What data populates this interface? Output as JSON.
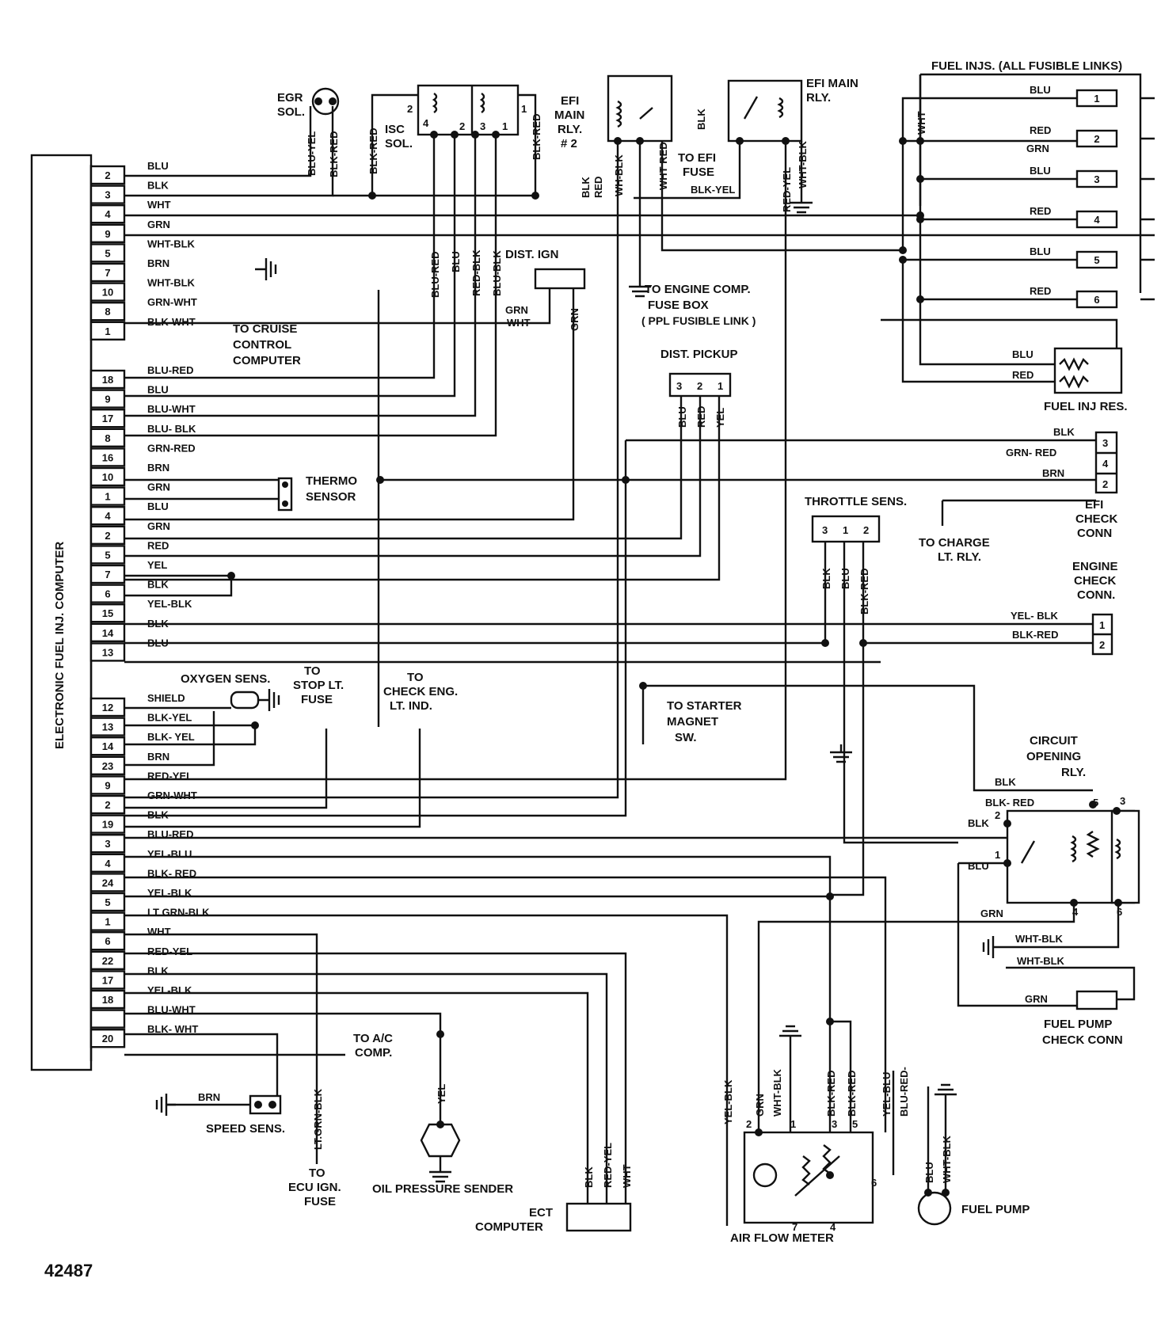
{
  "figure_id": "42487",
  "computer": {
    "title": "ELECTRONIC FUEL INJ. COMPUTER",
    "pins": [
      {
        "pin": "2",
        "wire": "BLU"
      },
      {
        "pin": "3",
        "wire": "BLK"
      },
      {
        "pin": "4",
        "wire": "WHT"
      },
      {
        "pin": "9",
        "wire": "GRN"
      },
      {
        "pin": "5",
        "wire": "WHT-BLK"
      },
      {
        "pin": "7",
        "wire": "BRN"
      },
      {
        "pin": "10",
        "wire": "WHT-BLK"
      },
      {
        "pin": "8",
        "wire": "GRN-WHT"
      },
      {
        "pin": "1",
        "wire": "BLK-WHT"
      },
      {
        "pin": "18",
        "wire": "BLU-RED"
      },
      {
        "pin": "9",
        "wire": "BLU"
      },
      {
        "pin": "17",
        "wire": "BLU-WHT"
      },
      {
        "pin": "8",
        "wire": "BLU- BLK"
      },
      {
        "pin": "16",
        "wire": "GRN-RED"
      },
      {
        "pin": "10",
        "wire": "BRN"
      },
      {
        "pin": "1",
        "wire": "GRN"
      },
      {
        "pin": "4",
        "wire": "BLU"
      },
      {
        "pin": "2",
        "wire": "GRN"
      },
      {
        "pin": "5",
        "wire": "RED"
      },
      {
        "pin": "7",
        "wire": "YEL"
      },
      {
        "pin": "6",
        "wire": "BLK"
      },
      {
        "pin": "15",
        "wire": "YEL-BLK"
      },
      {
        "pin": "14",
        "wire": "BLK"
      },
      {
        "pin": "13",
        "wire": "BLU"
      },
      {
        "pin": "12",
        "wire": "SHIELD"
      },
      {
        "pin": "13",
        "wire": "BLK-YEL"
      },
      {
        "pin": "14",
        "wire": "BLK- YEL"
      },
      {
        "pin": "23",
        "wire": "BRN"
      },
      {
        "pin": "9",
        "wire": "RED-YEL"
      },
      {
        "pin": "2",
        "wire": "GRN-WHT"
      },
      {
        "pin": "19",
        "wire": "BLK"
      },
      {
        "pin": "3",
        "wire": "BLU-RED"
      },
      {
        "pin": "4",
        "wire": "YEL-BLU"
      },
      {
        "pin": "24",
        "wire": "BLK- RED"
      },
      {
        "pin": "5",
        "wire": "YEL-BLK"
      },
      {
        "pin": "1",
        "wire": "LT GRN-BLK"
      },
      {
        "pin": "6",
        "wire": "WHT"
      },
      {
        "pin": "22",
        "wire": "RED-YEL"
      },
      {
        "pin": "17",
        "wire": "BLK"
      },
      {
        "pin": "18",
        "wire": "YEL-BLK"
      },
      {
        "pin": "",
        "wire": "BLU-WHT"
      },
      {
        "pin": "20",
        "wire": "BLK- WHT"
      }
    ]
  },
  "labels": {
    "egr_sol": [
      "EGR",
      "SOL."
    ],
    "isc_sol": [
      "ISC",
      "SOL."
    ],
    "efi_main_rly2": [
      "EFI",
      "MAIN",
      "RLY.",
      "# 2"
    ],
    "efi_main_rly": [
      "EFI MAIN",
      "RLY."
    ],
    "to_efi_fuse": [
      "TO EFI",
      "FUSE"
    ],
    "fuel_injs": "FUEL INJS. (ALL FUSIBLE LINKS)",
    "dist_ign": "DIST. IGN",
    "to_engine_comp": [
      "TO ENGINE COMP.",
      "FUSE BOX",
      "( PPL FUSIBLE LINK )"
    ],
    "to_cruise": [
      "TO CRUISE",
      "CONTROL",
      "COMPUTER"
    ],
    "dist_pickup": "DIST. PICKUP",
    "fuel_inj_res": "FUEL INJ RES.",
    "thermo_sensor": [
      "THERMO",
      "SENSOR"
    ],
    "throttle_sens": "THROTTLE SENS.",
    "efi_check_conn": [
      "EFI",
      "CHECK",
      "CONN"
    ],
    "to_charge": [
      "TO CHARGE",
      "LT. RLY."
    ],
    "engine_check_conn": [
      "ENGINE",
      "CHECK",
      "CONN."
    ],
    "oxygen_sens": "OXYGEN SENS.",
    "to_stop_lt": [
      "TO",
      "STOP LT.",
      "FUSE"
    ],
    "to_check_eng": [
      "TO",
      "CHECK ENG.",
      "LT. IND."
    ],
    "to_starter": [
      "TO STARTER",
      "MAGNET",
      "SW."
    ],
    "circuit_opening_rly": [
      "CIRCUIT",
      "OPENING",
      "RLY."
    ],
    "fuel_pump_check": [
      "FUEL PUMP",
      "CHECK CONN"
    ],
    "to_ac_comp": [
      "TO A/C",
      "COMP."
    ],
    "speed_sens": "SPEED SENS.",
    "to_ecu_ign": [
      "TO",
      "ECU IGN.",
      "FUSE"
    ],
    "oil_pressure": "OIL PRESSURE SENDER",
    "ect_computer": [
      "ECT",
      "COMPUTER"
    ],
    "air_flow_meter": "AIR FLOW METER",
    "fuel_pump": "FUEL PUMP"
  },
  "injector_wires": [
    {
      "no": "1",
      "wire": "BLU"
    },
    {
      "no": "2",
      "wire": "RED"
    },
    {
      "no": "",
      "wire": "GRN"
    },
    {
      "no": "3",
      "wire": "BLU"
    },
    {
      "no": "4",
      "wire": "RED"
    },
    {
      "no": "5",
      "wire": "BLU"
    },
    {
      "no": "6",
      "wire": "RED"
    }
  ],
  "wires": {
    "blu_yel": "BLU-YEL",
    "blk_red": "BLK-RED",
    "blu_red": "BLU-RED",
    "blu": "BLU",
    "red_blk": "RED-BLK",
    "blu_blk": "BLU-BLK",
    "blk": "BLK",
    "wh_blk": "WH-BLK",
    "wht_red": "WHT RED",
    "wht_blk": "WHT-BLK",
    "blk_yel": "BLK-YEL",
    "red_yel": "RED-YEL",
    "wht": "WHT",
    "grn": "GRN",
    "grn_wht": "GRN-WHT",
    "red": "RED",
    "yel": "YEL",
    "grn_red": "GRN- RED",
    "brn": "BRN",
    "yel_blk": "YEL- BLK",
    "blk_red2": "BLK-RED",
    "yel_blk2": "YEL-BLK",
    "blk_red3": "BLK- RED",
    "yel_blu": "YEL-BLU",
    "blu_red2": "BLU-RED-",
    "lt_grn_blk": "LT.GRN-BLK",
    "brn2": "BRN"
  },
  "pin_nums": {
    "isc": [
      "2",
      "4",
      "2",
      "3",
      "1",
      "1"
    ],
    "pickup": [
      "3",
      "2",
      "1"
    ],
    "throttle": [
      "3",
      "1",
      "2"
    ],
    "efi_check": [
      "3",
      "4",
      "2"
    ],
    "eng_check": [
      "1",
      "2"
    ],
    "cor": [
      "5",
      "3",
      "2",
      "1",
      "4",
      "6"
    ],
    "afm": [
      "2",
      "1",
      "3",
      "5",
      "6",
      "7",
      "4"
    ]
  }
}
